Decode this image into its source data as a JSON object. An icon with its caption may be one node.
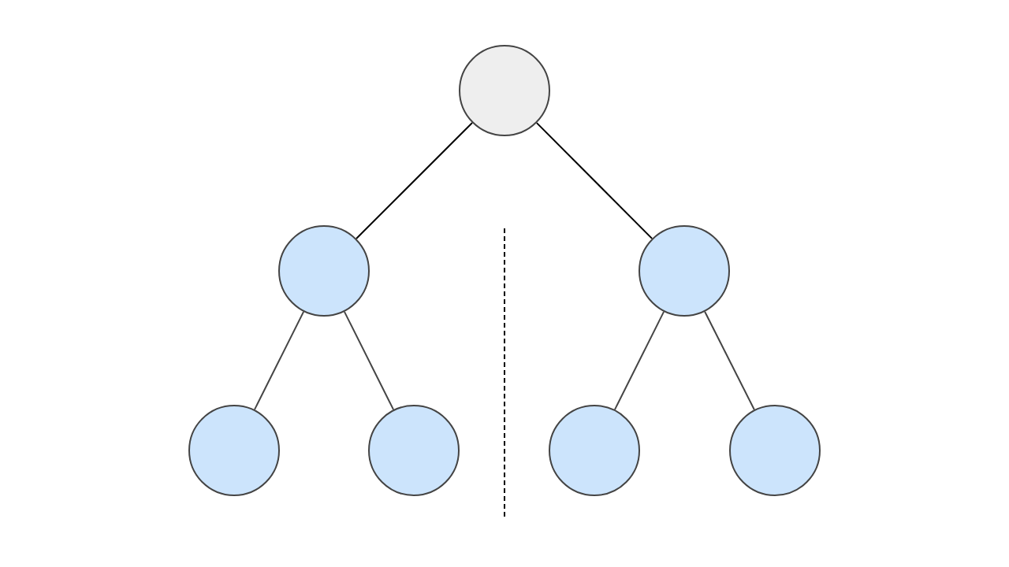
{
  "diagram": {
    "nodes": [
      {
        "text": [],
        "shape": "circle"
      },
      {
        "text": [],
        "shape": "circle"
      },
      {
        "text": [],
        "shape": "circle"
      },
      {
        "text": [],
        "shape": "circle"
      },
      {
        "text": [],
        "shape": "circle"
      },
      {
        "text": [],
        "shape": "circle"
      },
      {
        "text": [],
        "shape": "circle"
      }
    ],
    "edges": [
      {
        "from": 0,
        "to": 1,
        "arrow": "none",
        "color": "#000000"
      },
      {
        "from": 0,
        "to": 2,
        "arrow": "none",
        "color": "#000000"
      },
      {
        "from": 1,
        "to": 3,
        "arrow": "none"
      },
      {
        "from": 1,
        "to": 4,
        "arrow": "none"
      },
      {
        "from": 2,
        "to": 5,
        "arrow": "none"
      },
      {
        "from": 2,
        "to": 6,
        "arrow": "none"
      }
    ]
  }
}
